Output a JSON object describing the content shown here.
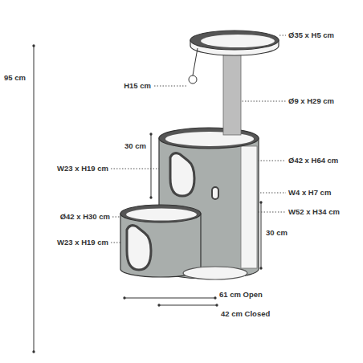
{
  "diagram": {
    "labels": [
      "95 cm",
      "H15 cm",
      "30 cm",
      "W23 x H19 cm",
      "Ø42 x H30 cm",
      "W23 x H19 cm",
      "Ø35 x H5 cm",
      "Ø9 x H29 cm",
      "Ø42 x H64 cm",
      "W4 x H7 cm",
      "W52 x H34 cm",
      "30 cm",
      "61 cm Open",
      "42 cm Closed"
    ]
  }
}
